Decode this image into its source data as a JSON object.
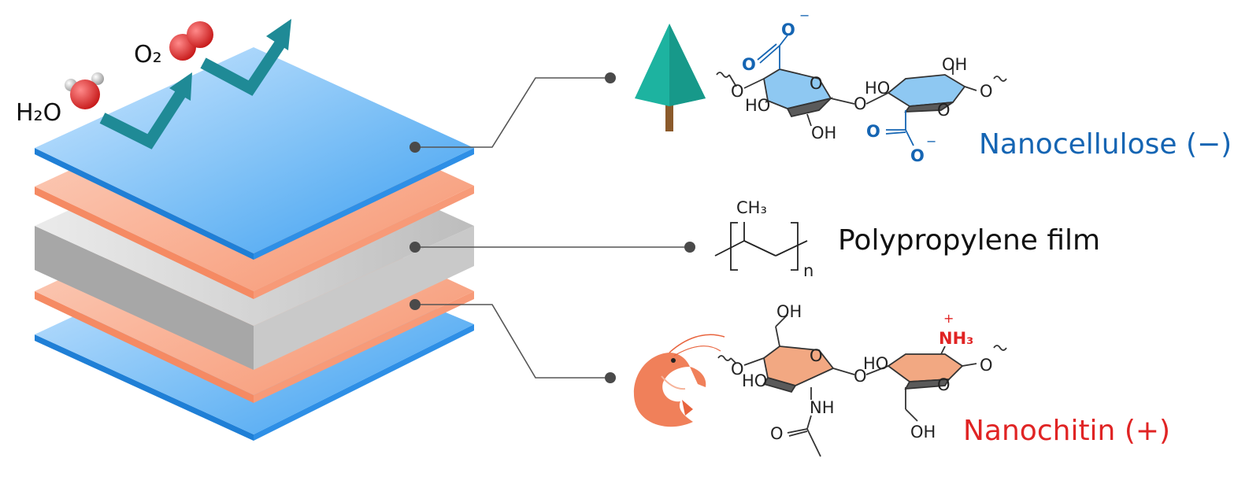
{
  "labels": {
    "h2o": "H₂O",
    "o2": "O₂",
    "nanocellulose": "Nanocellulose (−)",
    "polypropylene": "Polypropylene film",
    "nanochitin": "Nanochitin (+)"
  },
  "cellulose": {
    "o_minus_top": "O",
    "o_double_top": "O",
    "o_left": "O",
    "ho_left": "HO",
    "oh_bottom": "OH",
    "o_link": "O",
    "ho_right": "HO",
    "oh_top_right": "OH",
    "o_right": "O",
    "o_double_bottom": "O",
    "o_minus_bottom": "O",
    "ring_o1": "O",
    "ring_o2": "O",
    "charge_minus": "−"
  },
  "polypropylene_struct": {
    "ch3": "CH₃",
    "n": "n"
  },
  "chitin": {
    "oh_top": "OH",
    "o_left": "O",
    "ho_left": "HO",
    "nh": "NH",
    "o_carbonyl": "O",
    "o_link": "O",
    "ho_right": "HO",
    "nh3": "NH₃",
    "charge_plus": "+",
    "oh_bottom": "OH",
    "o_right": "O",
    "ring_o1": "O",
    "ring_o2": "O"
  },
  "colors": {
    "blue_layer": "#3b9ef0",
    "orange_layer": "#f79a78",
    "gray_layer": "#c8c8c8",
    "arrow": "#1f8a96",
    "nanocellulose": "#1565b3",
    "nanochitin": "#e02424",
    "ring_blue": "#8ec8f2",
    "ring_orange": "#f2a882"
  }
}
